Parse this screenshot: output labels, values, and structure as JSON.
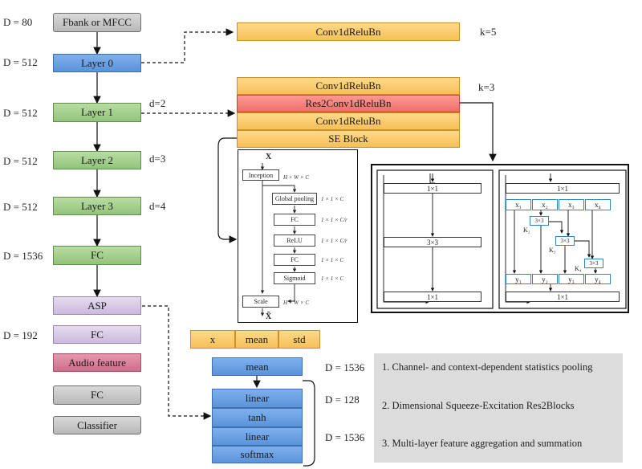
{
  "pipeline": {
    "input": "Fbank or MFCC",
    "layer0": "Layer 0",
    "layer1": "Layer 1",
    "layer2": "Layer 2",
    "layer3": "Layer 3",
    "fc1": "FC",
    "asp": "ASP",
    "fc2": "FC",
    "audio_feature": "Audio feature",
    "fc3": "FC",
    "classifier": "Classifier"
  },
  "dims": {
    "input": "D = 80",
    "layer0": "D = 512",
    "layer1": "D = 512",
    "layer2": "D = 512",
    "layer3": "D = 512",
    "fc1": "D = 1536",
    "fc2": "D = 192"
  },
  "dilations": {
    "layer1": "d=2",
    "layer2": "d=3",
    "layer3": "d=4"
  },
  "layer0_block": {
    "label": "Conv1dReluBn",
    "kernel": "k=5"
  },
  "se_res2_block": {
    "kernel": "k=3",
    "rows": [
      "Conv1dReluBn",
      "Res2Conv1dReluBn",
      "Conv1dReluBn",
      "SE Block"
    ]
  },
  "se_diagram": {
    "input": "X",
    "output": "X̃",
    "inception": "Inception",
    "inception_dim": "H × W × C",
    "global_pooling": "Global pooling",
    "gp_dim": "1 × 1 × C",
    "fc1": "FC",
    "fc1_dim": "1 × 1 × C/r",
    "relu": "ReLU",
    "relu_dim": "1 × 1 × C/r",
    "fc2": "FC",
    "fc2_dim": "1 × 1 × C",
    "sigmoid": "Sigmoid",
    "sigmoid_dim": "1 × 1 × C",
    "scale": "Scale",
    "scale_dim": "H × W × C"
  },
  "res2_diagram": {
    "left": {
      "top": "1×1",
      "middle": "3×3",
      "bottom": "1×1"
    },
    "right": {
      "top": "1×1",
      "xs": [
        "x₁",
        "x₂",
        "x₃",
        "x₄"
      ],
      "convs": [
        "3×3",
        "3×3",
        "3×3"
      ],
      "ks": [
        "K₂",
        "K₃",
        "K₄"
      ],
      "ys": [
        "y₁",
        "y₂",
        "y₃",
        "y₄"
      ],
      "bottom": "1×1"
    }
  },
  "asp_block": {
    "stats": [
      "x",
      "mean",
      "std"
    ],
    "mean": "mean",
    "layers": [
      "linear",
      "tanh",
      "linear",
      "softmax"
    ],
    "dims": [
      "D = 1536",
      "D = 128",
      "D = 1536"
    ]
  },
  "notes": [
    "1. Channel- and context-dependent statistics pooling",
    "2. Dimensional Squeeze-Excitation Res2Blocks",
    "3. Multi-layer feature aggregation and summation"
  ],
  "colors": {
    "gray": "#c8c8c8",
    "blue": "#6ea3e6",
    "green": "#a6d08e",
    "purple": "#d9cce8",
    "pink": "#da819b",
    "orange": "#f8cc6c",
    "red": "#f5807b",
    "note_bg": "#dcdcdc"
  }
}
